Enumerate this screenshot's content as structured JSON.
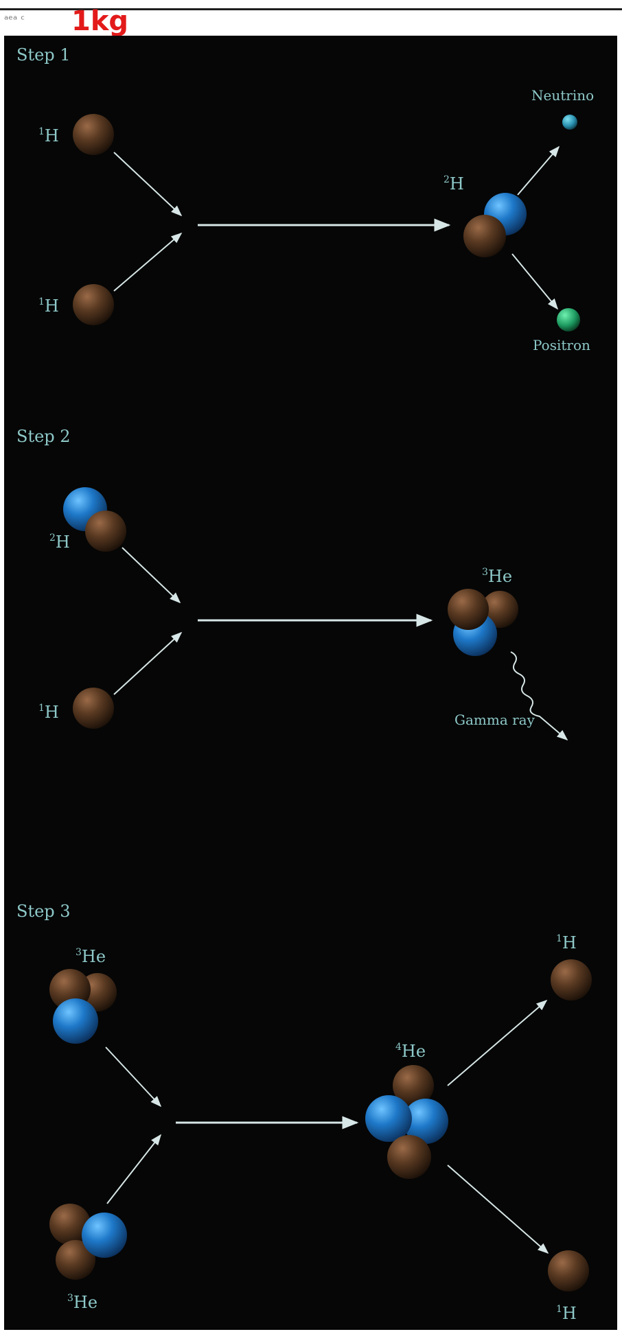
{
  "header": {
    "scribble": "ᵃᵉᵃ ᶜ",
    "handwritten": "1kg"
  },
  "steps": [
    {
      "label": "Step 1",
      "reactant_a": {
        "sup": "1",
        "sym": "H"
      },
      "reactant_b": {
        "sup": "1",
        "sym": "H"
      },
      "product": {
        "sup": "2",
        "sym": "H"
      },
      "emission_a": "Neutrino",
      "emission_b": "Positron"
    },
    {
      "label": "Step 2",
      "reactant_a": {
        "sup": "2",
        "sym": "H"
      },
      "reactant_b": {
        "sup": "1",
        "sym": "H"
      },
      "product": {
        "sup": "3",
        "sym": "He"
      },
      "emission_a": "Gamma ray"
    },
    {
      "label": "Step 3",
      "reactant_a": {
        "sup": "3",
        "sym": "He"
      },
      "reactant_b": {
        "sup": "3",
        "sym": "He"
      },
      "product": {
        "sup": "4",
        "sym": "He"
      },
      "output_a": {
        "sup": "1",
        "sym": "H"
      },
      "output_b": {
        "sup": "1",
        "sym": "H"
      }
    }
  ],
  "colors": {
    "proton": "#5a3a22",
    "neutron": "#1e78c8",
    "neutrino": "#2a90b0",
    "positron": "#1d9a60",
    "arrow": "#d7e6e6",
    "label": "#8fc9c9"
  }
}
